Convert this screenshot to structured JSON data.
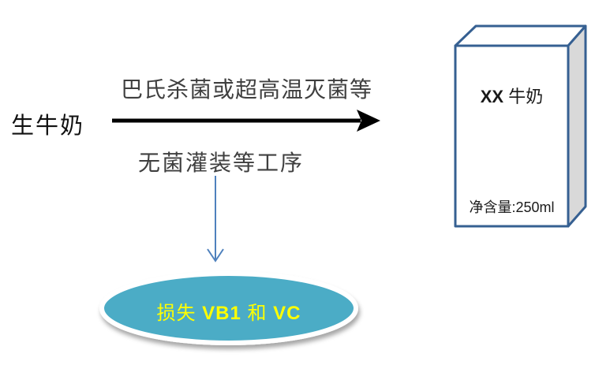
{
  "diagram": {
    "labels": {
      "raw_milk": "生牛奶",
      "process_top": "巴氏杀菌或超高温灭菌等",
      "process_bottom": "无菌灌装等工序"
    },
    "loss": {
      "prefix": "损失 ",
      "vb1": "VB1",
      "middle": " 和 ",
      "vc": "VC"
    },
    "carton": {
      "brand_prefix": "XX",
      "brand_suffix": " 牛奶",
      "net_content": "净含量:250ml"
    },
    "colors": {
      "background": "#FFFFFF",
      "black_arrow": "#000000",
      "blue_arrow": "#4F81BD",
      "ellipse_fill": "#4BACC6",
      "ellipse_border": "#FFFFFF",
      "loss_text": "#FFFF00",
      "process_text": "#3F3F3F",
      "carton_border": "#366092",
      "carton_front": "#FFFFFF",
      "carton_top": "#FFFFFF",
      "carton_side": "#D9D9D9"
    }
  }
}
